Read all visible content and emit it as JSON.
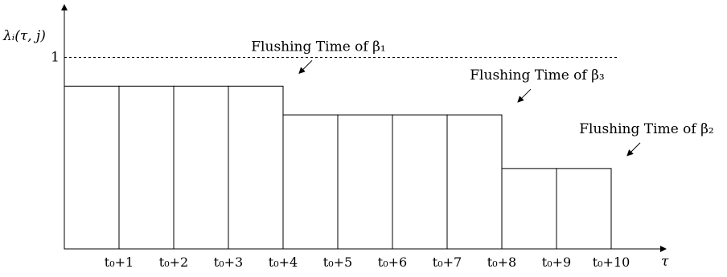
{
  "y_axis_label": "λᵢ(τ, j)",
  "x_axis_label": "τ",
  "reference_line_label": "1",
  "chart_data": {
    "type": "bar",
    "categories": [
      "t₀+1",
      "t₀+2",
      "t₀+3",
      "t₀+4",
      "t₀+5",
      "t₀+6",
      "t₀+7",
      "t₀+8",
      "t₀+9",
      "t₀+10"
    ],
    "values": [
      0.85,
      0.85,
      0.85,
      0.85,
      0.7,
      0.7,
      0.7,
      0.7,
      0.42,
      0.42
    ],
    "reference_value": 1,
    "ylim": [
      0,
      1.3
    ],
    "grid": false
  },
  "annotations": [
    {
      "text": "Flushing Time of β₁",
      "after_category_index": 3
    },
    {
      "text": "Flushing Time of β₃",
      "after_category_index": 7
    },
    {
      "text": "Flushing Time of β₂",
      "after_category_index": 9
    }
  ]
}
